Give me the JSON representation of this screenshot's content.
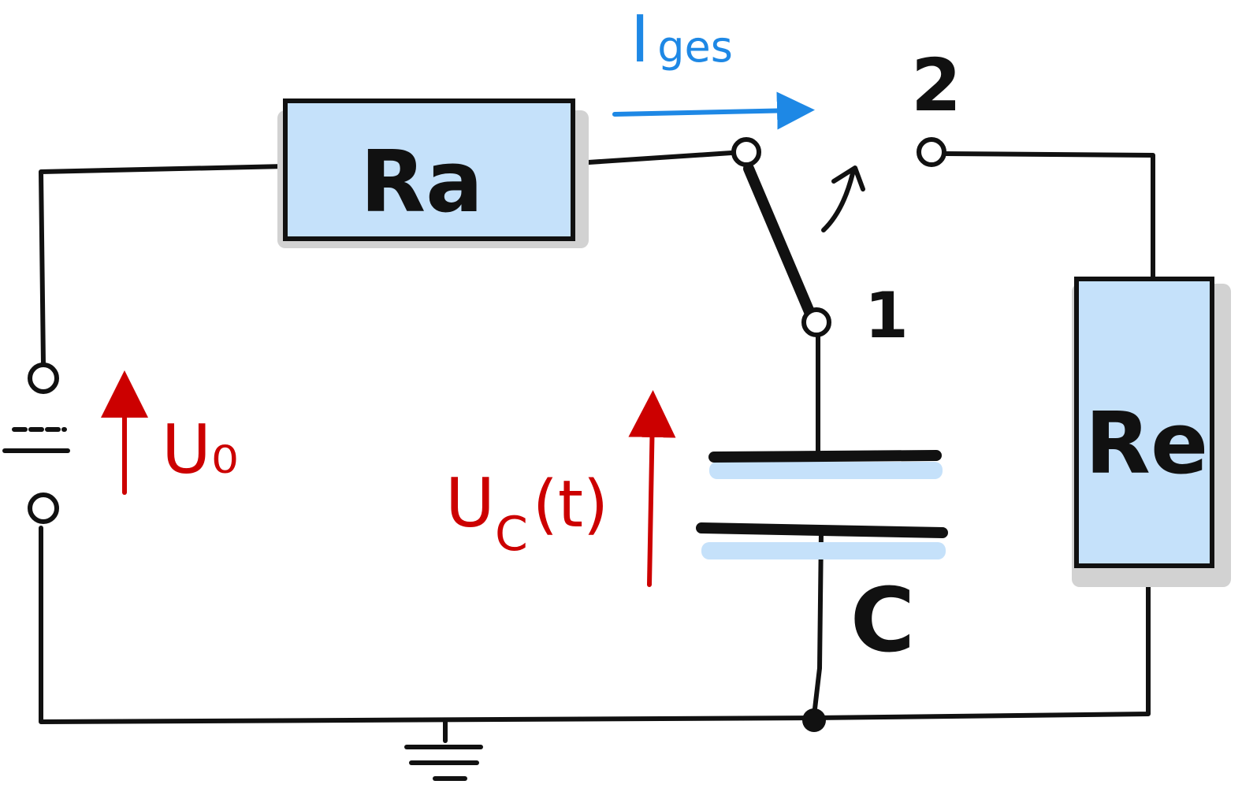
{
  "components": {
    "resistor_a": {
      "label": "Ra"
    },
    "resistor_e": {
      "label": "Re"
    },
    "capacitor": {
      "label": "C"
    }
  },
  "switch": {
    "position_1_label": "1",
    "position_2_label": "2"
  },
  "labels": {
    "source_voltage": "U₀",
    "capacitor_voltage": "U",
    "capacitor_voltage_subscript": "C",
    "capacitor_voltage_arg": "(t)",
    "total_current": "I",
    "total_current_subscript": "ges"
  },
  "colors": {
    "component_fill": "#c5e1fa",
    "shadow": "#d2d2d2",
    "wire": "#111111",
    "voltage_arrow": "#cc0000",
    "current_arrow": "#1e88e5"
  }
}
